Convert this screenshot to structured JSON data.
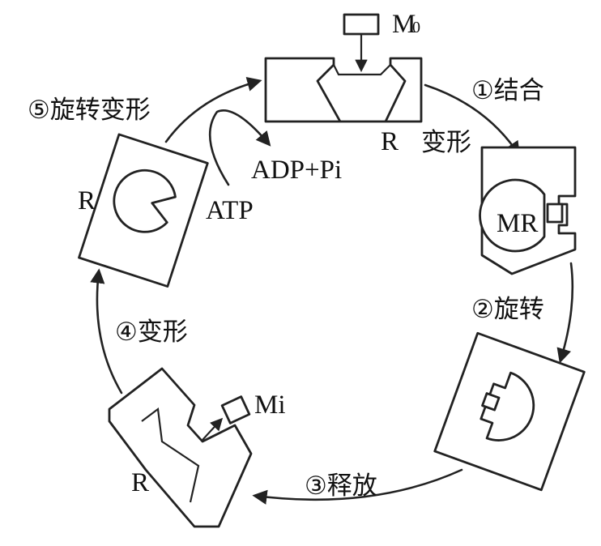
{
  "labels": {
    "m0": "M",
    "m0_sub": "0",
    "step1": "①结合",
    "r_top": "R",
    "deform_top": "变形",
    "adp_pi": "ADP+Pi",
    "atp": "ATP",
    "step5": "⑤旋转变形",
    "r_left": "R",
    "mr": "MR",
    "step2": "②旋转",
    "step4": "④变形",
    "mi": "Mi",
    "r_bottom": "R",
    "step3": "③释放"
  }
}
